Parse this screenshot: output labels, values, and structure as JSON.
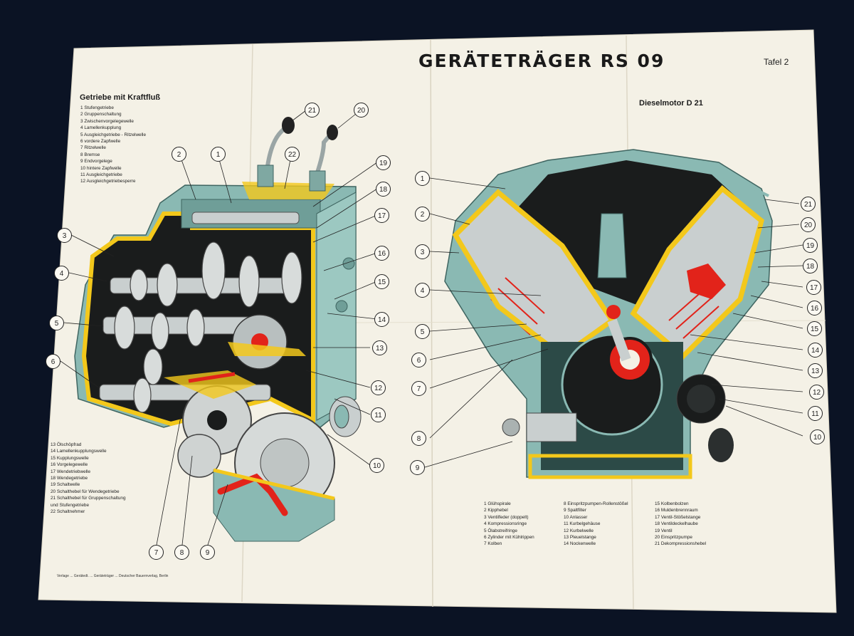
{
  "poster": {
    "title": "GERÄTETRÄGER RS 09",
    "plate": "Tafel 2",
    "footer": "Verlage ... Gerätedt. ... Geräteträger ... Deutscher Bauernverlag, Berlin"
  },
  "left_section": {
    "heading": "Getriebe mit Kraftfluß",
    "legend_top": [
      "1 Stufengetriebe",
      "2 Gruppenschaltung",
      "3 Zwischenvorgelegewelle",
      "4 Lamellenkupplung",
      "5 Ausgleichgetriebe - Ritzelwelle",
      "6 vordere Zapfwelle",
      "7 Ritzelwelle",
      "8 Bremse",
      "9 Endvorgelege",
      "10 hintere Zapfwelle",
      "11 Ausgleichgetriebe",
      "12 Ausgleichgetriebesperre"
    ],
    "legend_bottom": [
      "13 Ölschöpfrad",
      "14 Lamellenkupplungswelle",
      "15 Kupplungswelle",
      "16 Vorgelegewelle",
      "17 Wendetriebwelle",
      "18 Wendegetriebe",
      "19 Schaltwelle",
      "20 Schalthebel für Wendegetriebe",
      "21 Schalthebel für Gruppenschaltung",
      "   und Stufengetriebe",
      "22 Schaltnehmer"
    ],
    "callouts": [
      "1",
      "2",
      "3",
      "4",
      "5",
      "6",
      "7",
      "8",
      "9",
      "10",
      "11",
      "12",
      "13",
      "14",
      "15",
      "16",
      "17",
      "18",
      "19",
      "20",
      "21",
      "22"
    ]
  },
  "right_section": {
    "heading": "Dieselmotor D 21",
    "legend_col1": [
      "1 Glühspirale",
      "2 Kipphebel",
      "3 Ventilfeder (doppelt)",
      "4 Kompressionsringe",
      "5 Ölabstreifringe",
      "6 Zylinder mit Kühlrippen",
      "7 Kolben"
    ],
    "legend_col2": [
      "8 Einspritzpumpen-Rollenstößel",
      "9 Spaltfilter",
      "10 Anlasser",
      "11 Kurbelgehäuse",
      "12 Kurbelwelle",
      "13 Pleuelstange",
      "14 Nockenwelle"
    ],
    "legend_col3": [
      "15 Kolbenbolzen",
      "16 Muldenbrennraum",
      "17 Ventil-Stößelstange",
      "18 Ventildeckelhaube",
      "19 Ventil",
      "20 Einspritzpumpe",
      "21 Dekompressionshebel"
    ],
    "callouts": [
      "1",
      "2",
      "3",
      "4",
      "5",
      "6",
      "7",
      "8",
      "9",
      "10",
      "11",
      "12",
      "13",
      "14",
      "15",
      "16",
      "17",
      "18",
      "19",
      "20",
      "21"
    ]
  },
  "colors": {
    "background": "#0b1324",
    "paper": "#f4f1e6",
    "casing_teal": "#8ab9b3",
    "casing_yellow": "#f3c81b",
    "interior_black": "#1a1c1c",
    "highlight_red": "#e2231a",
    "metal_grey": "#c9cfcf"
  }
}
